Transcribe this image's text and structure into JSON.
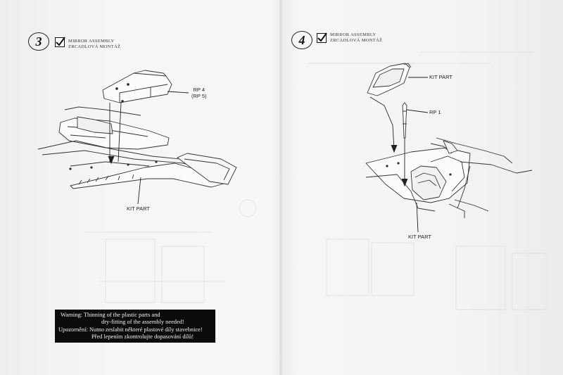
{
  "left_page": {
    "step_number": "3",
    "title_line1": "MIRROR ASSEMBLY",
    "title_line2": "ZRCADLOVÁ MONTÁŽ",
    "callout_part": "RP 4",
    "callout_part_alt": "(RP 5)",
    "callout_kit": "KIT PART",
    "warning": {
      "line1": "Warning: Thinning of the plastic parts and",
      "line2": "dry-fitting of the assembly needed!",
      "line3": "Upozornění: Nutno zeslabit některé plastové díly stavebnice!",
      "line4": "Před lepením zkontrolujte dopasování dílů!"
    }
  },
  "right_page": {
    "step_number": "4",
    "title_line1": "MIRROR ASSEMBLY",
    "title_line2": "ZRCADLOVÁ MONTÁŽ",
    "callout_kit_top": "KIT PART",
    "callout_rp": "RP 1",
    "callout_kit_bottom": "KIT PART"
  },
  "colors": {
    "paper": "#f7f7f7",
    "ink": "#222222",
    "warning_bg": "#0b0b0b",
    "warning_text": "#f2f2f2"
  }
}
